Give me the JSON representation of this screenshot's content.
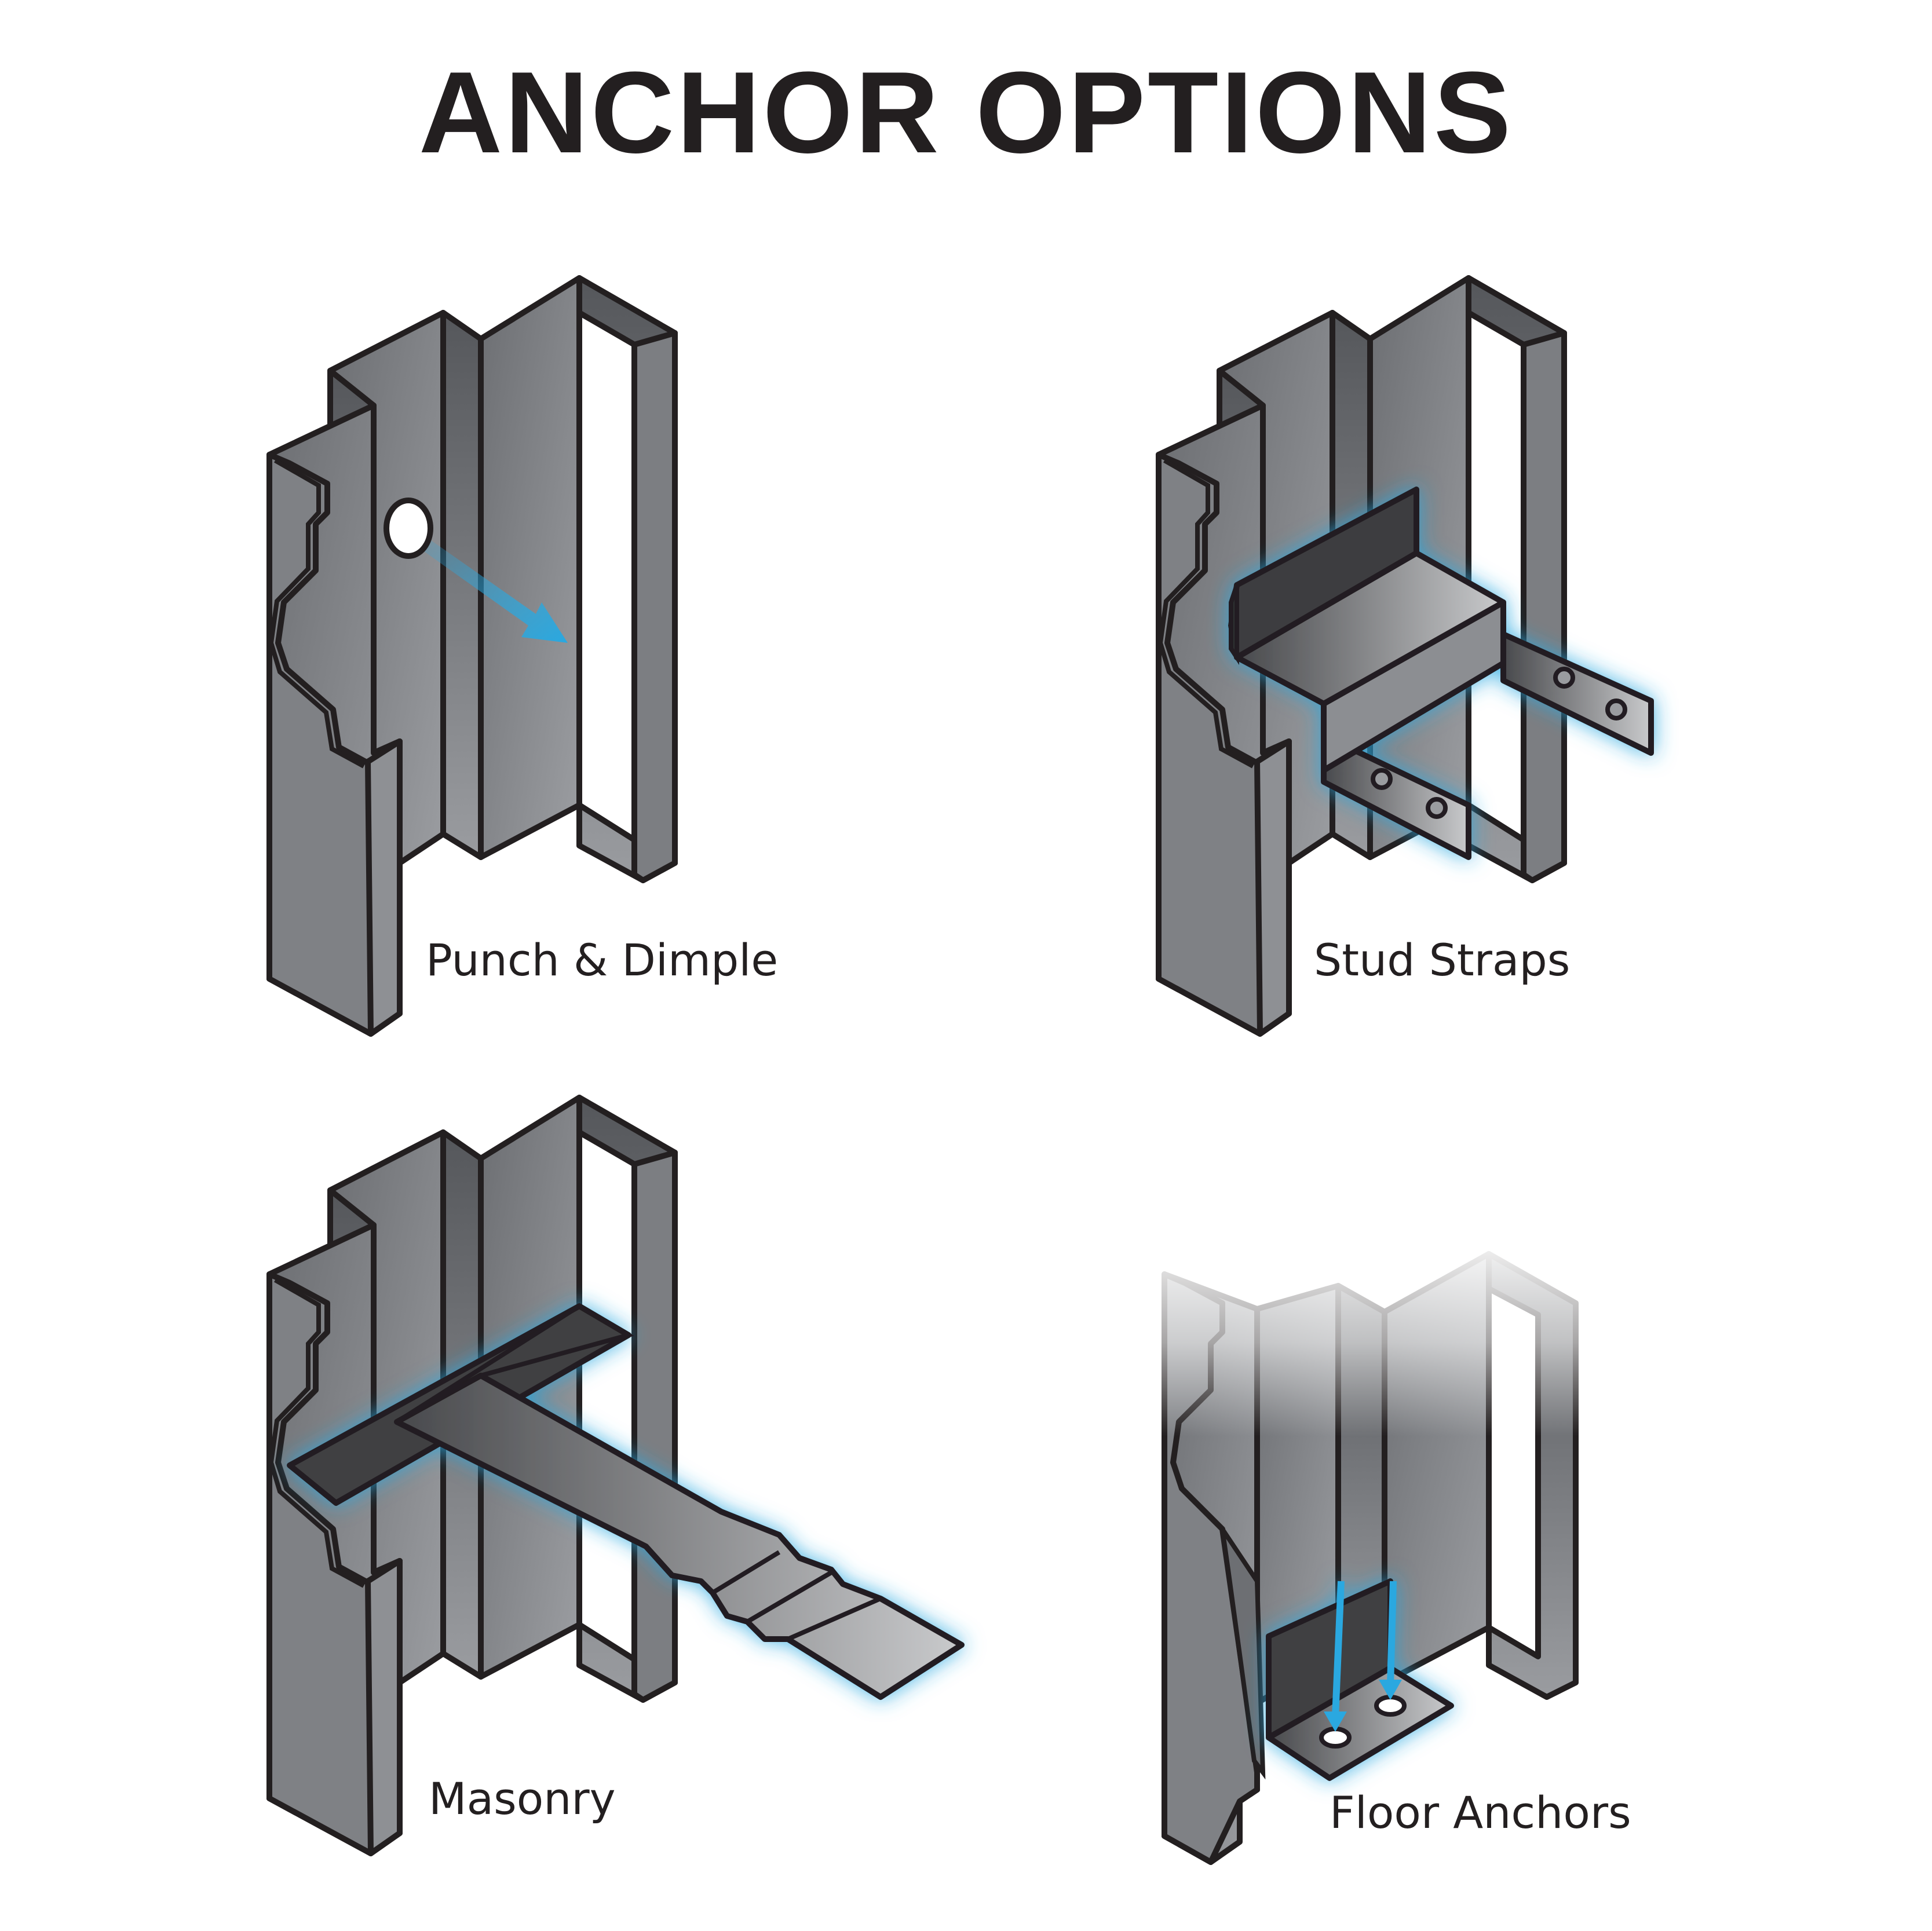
{
  "title": "ANCHOR OPTIONS",
  "panels": [
    {
      "id": "punch-dimple",
      "label": "Punch & Dimple"
    },
    {
      "id": "stud-straps",
      "label": "Stud Straps"
    },
    {
      "id": "masonry",
      "label": "Masonry"
    },
    {
      "id": "floor-anchors",
      "label": "Floor Anchors"
    }
  ],
  "colors": {
    "outline": "#231f20",
    "frame_light": "#8e9094",
    "frame_dark": "#5a5c60",
    "highlight_blue": "#29a8e0",
    "background": "#ffffff"
  },
  "icons": [
    "door-frame-icon",
    "arrow-icon",
    "strap-icon",
    "masonry-anchor-icon",
    "floor-anchor-icon"
  ]
}
